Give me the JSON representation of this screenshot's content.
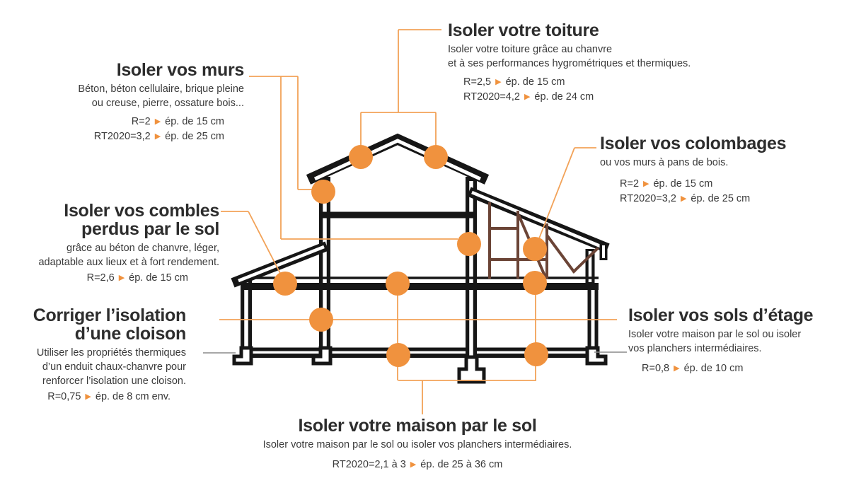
{
  "colors": {
    "accent": "#F0923E",
    "line": "#F2A258",
    "structure": "#161616",
    "timber": "#6B4436",
    "gray_line": "#8A8A8A",
    "title_text": "#2D2D2D",
    "body_text": "#3A3A3A"
  },
  "icons": {
    "spec_arrow": "▶",
    "marker_dot": "orange-circle"
  },
  "callouts": [
    {
      "id": "toiture",
      "title_lines": [
        "Isoler votre toiture"
      ],
      "desc_lines": [
        "Isoler votre toiture grâce au chanvre",
        "et à ses performances hygrométriques et thermiques."
      ],
      "specs": [
        {
          "r": "R=2,5",
          "ep": "ép. de 15 cm"
        },
        {
          "r": "RT2020=4,2",
          "ep": "ép. de 24 cm"
        }
      ]
    },
    {
      "id": "murs",
      "title_lines": [
        "Isoler vos murs"
      ],
      "desc_lines": [
        "Béton, béton cellulaire, brique pleine",
        "ou creuse, pierre, ossature bois..."
      ],
      "specs": [
        {
          "r": "R=2",
          "ep": "ép. de 15 cm"
        },
        {
          "r": "RT2020=3,2",
          "ep": "ép. de 25 cm"
        }
      ]
    },
    {
      "id": "colombages",
      "title_lines": [
        "Isoler vos colombages"
      ],
      "desc_lines": [
        "ou vos murs à pans de bois."
      ],
      "specs": [
        {
          "r": "R=2",
          "ep": "ép. de 15 cm"
        },
        {
          "r": "RT2020=3,2",
          "ep": "ép. de 25 cm"
        }
      ]
    },
    {
      "id": "combles",
      "title_lines": [
        "Isoler vos combles",
        "perdus par le sol"
      ],
      "desc_lines": [
        "grâce au béton de chanvre, léger,",
        "adaptable aux lieux et à fort rendement."
      ],
      "specs": [
        {
          "r": "R=2,6",
          "ep": "ép. de 15 cm"
        }
      ]
    },
    {
      "id": "cloison",
      "title_lines": [
        "Corriger l’isolation",
        "d’une cloison"
      ],
      "desc_lines": [
        "Utiliser les propriétés thermiques",
        "d’un enduit chaux-chanvre pour",
        "renforcer l’isolation une cloison."
      ],
      "specs": [
        {
          "r": "R=0,75",
          "ep": "ép. de 8 cm env."
        }
      ]
    },
    {
      "id": "sols-etage",
      "title_lines": [
        "Isoler vos sols d’étage"
      ],
      "desc_lines": [
        "Isoler votre maison par le sol ou isoler",
        "vos planchers intermédiaires."
      ],
      "specs": [
        {
          "r": "R=0,8",
          "ep": "ép. de 10 cm"
        }
      ]
    },
    {
      "id": "maison-sol",
      "title_lines": [
        "Isoler votre maison par le sol"
      ],
      "desc_lines": [
        "Isoler votre maison par le sol ou isoler vos planchers intermédiaires."
      ],
      "specs": [
        {
          "r": "RT2020=2,1 à 3",
          "ep": "ép. de 25 à 36 cm"
        }
      ]
    }
  ]
}
